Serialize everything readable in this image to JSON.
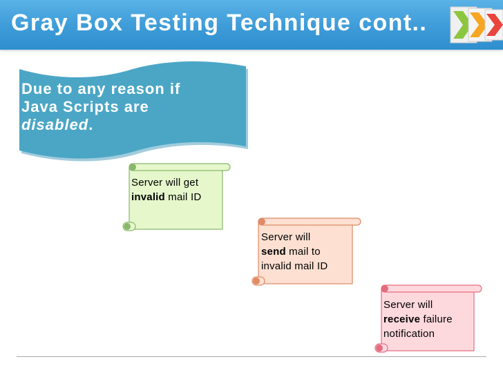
{
  "slide": {
    "title": "Gray Box Testing Technique cont..",
    "banner": {
      "line1": "Due to any reason if",
      "line2": "Java Scripts are",
      "line3_emph": "disabled",
      "line3_end": "."
    },
    "scrolls": [
      {
        "line1": "Server will get",
        "bold": "invalid",
        "rest": " mail ID",
        "line3": "",
        "fill": "#e6f7cc",
        "edge": "#88b86a"
      },
      {
        "line1": "Server will",
        "bold": "send",
        "rest": " mail to",
        "line3": "invalid mail ID",
        "fill": "#fde0d2",
        "edge": "#e08a66"
      },
      {
        "line1": "Server will",
        "bold": "receive",
        "rest": " failure",
        "line3": "notification",
        "fill": "#fdd9de",
        "edge": "#e46c7e"
      }
    ]
  },
  "colors": {
    "title_bar": "#3d9bd8",
    "banner": "#4ba6c6",
    "icon_colors": [
      "#8cc63f",
      "#f6a623",
      "#e8453c"
    ]
  },
  "icons": [
    "arrow-chevron-icon",
    "arrow-chevron-icon",
    "arrow-chevron-icon"
  ]
}
